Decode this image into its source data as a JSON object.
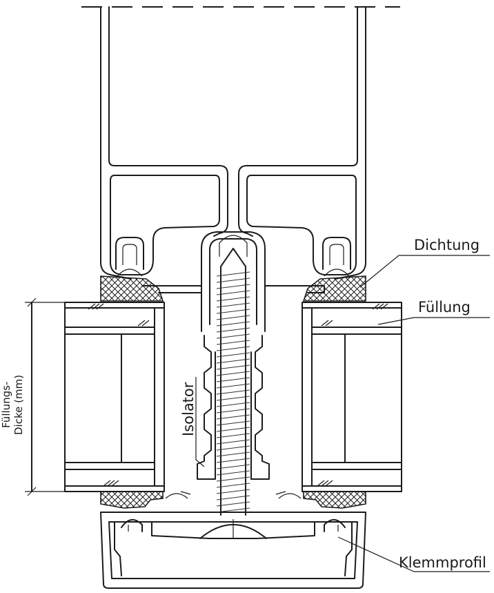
{
  "labels": {
    "dichtung": "Dichtung",
    "fuellung": "Füllung",
    "klemmprofil": "Klemmprofil",
    "isolator": "Isolator",
    "dim_line1": "Füllungs-",
    "dim_line2": "Dicke (mm)"
  }
}
